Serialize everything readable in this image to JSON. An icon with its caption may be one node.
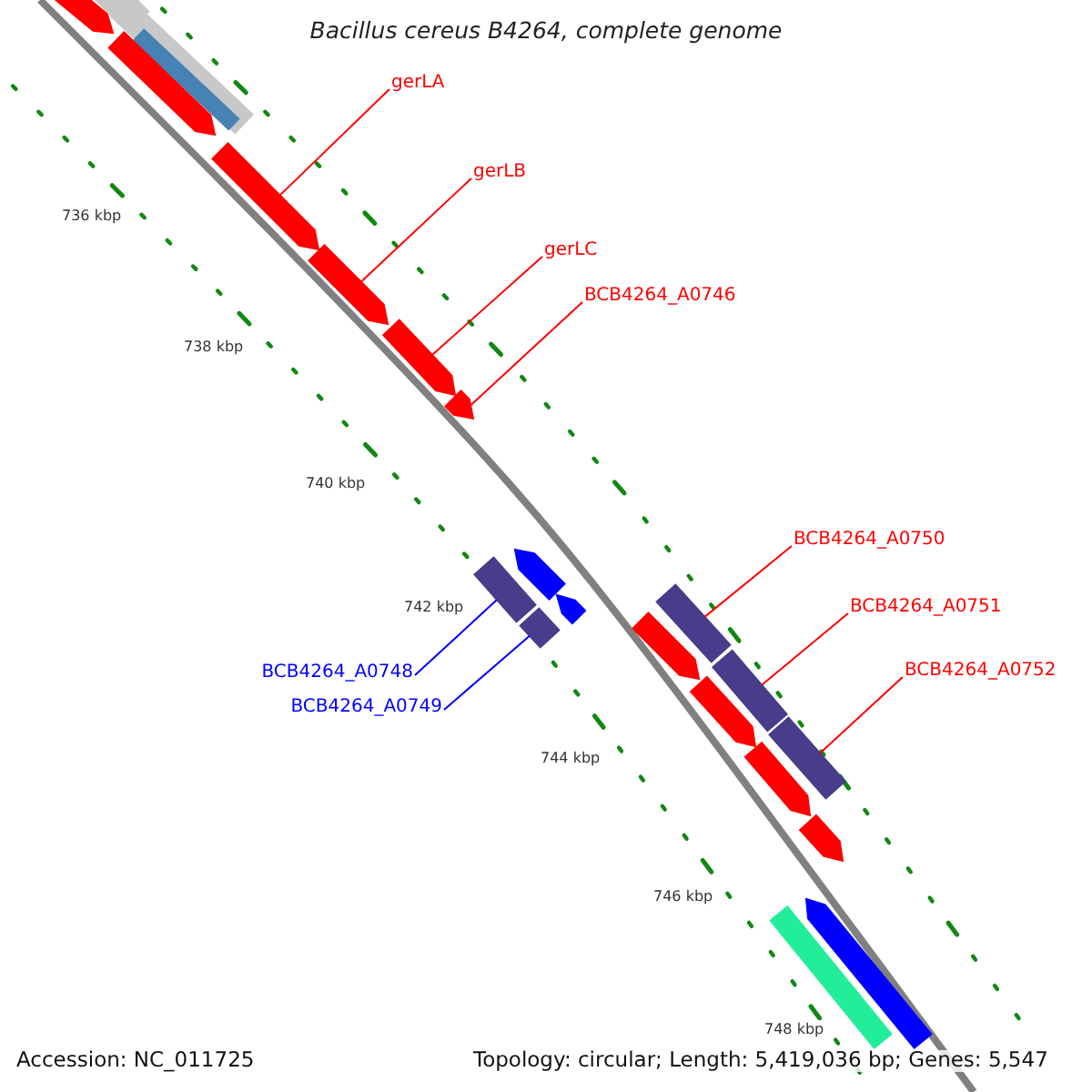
{
  "diagram": {
    "title": "Bacillus cereus B4264, complete genome",
    "nodes": [
      {
        "text": [
          "gerLA"
        ]
      },
      {
        "text": [
          "gerLB"
        ]
      },
      {
        "text": [
          "gerLC"
        ]
      },
      {
        "text": [
          "BCB4264_A0746"
        ]
      },
      {
        "text": [
          "BCB4264_A0748"
        ]
      },
      {
        "text": [
          "BCB4264_A0749"
        ]
      },
      {
        "text": [
          "BCB4264_A0750"
        ]
      },
      {
        "text": [
          "BCB4264_A0751"
        ]
      },
      {
        "text": [
          "BCB4264_A0752"
        ]
      },
      {
        "text": [],
        "shape": "bar"
      },
      {
        "text": [],
        "shape": "arrow"
      },
      {
        "text": [],
        "shape": "bar"
      },
      {
        "text": [],
        "shape": "bar",
        "in": 11
      },
      {
        "text": [],
        "shape": "arrow"
      },
      {
        "text": [],
        "shape": "arrow"
      },
      {
        "text": [],
        "shape": "arrow"
      },
      {
        "text": [],
        "shape": "arrow"
      },
      {
        "text": [],
        "shape": "arrow"
      },
      {
        "text": [],
        "shape": "arrow"
      },
      {
        "text": [],
        "shape": "arrow"
      },
      {
        "text": [],
        "shape": "bar"
      },
      {
        "text": [],
        "shape": "bar"
      },
      {
        "text": [],
        "shape": "bar"
      },
      {
        "text": [],
        "shape": "arrow"
      },
      {
        "text": [],
        "shape": "bar"
      },
      {
        "text": [],
        "shape": "arrow"
      },
      {
        "text": [],
        "shape": "bar"
      },
      {
        "text": [],
        "shape": "arrow"
      },
      {
        "text": [],
        "shape": "arrow"
      },
      {
        "text": [],
        "shape": "bar"
      },
      {
        "text": [],
        "shape": "arrow"
      }
    ],
    "edges": [
      {
        "from": 0,
        "to": 14,
        "arrow": "none"
      },
      {
        "from": 1,
        "to": 15,
        "arrow": "none"
      },
      {
        "from": 2,
        "to": 16,
        "arrow": "none"
      },
      {
        "from": 3,
        "to": 17,
        "arrow": "none"
      },
      {
        "from": 4,
        "to": 20,
        "arrow": "none",
        "color": "#0000ff"
      },
      {
        "from": 5,
        "to": 21,
        "arrow": "none",
        "color": "#0000ff"
      },
      {
        "from": 6,
        "to": 22,
        "arrow": "none"
      },
      {
        "from": 7,
        "to": 24,
        "arrow": "none"
      },
      {
        "from": 8,
        "to": 26,
        "arrow": "none"
      }
    ],
    "labels": [
      "736 kbp",
      "738 kbp",
      "740 kbp",
      "742 kbp",
      "744 kbp",
      "746 kbp",
      "748 kbp",
      "Accession: NC_011725",
      "Topology: circular; Length: 5,419,036 bp; Genes: 5,547"
    ]
  }
}
